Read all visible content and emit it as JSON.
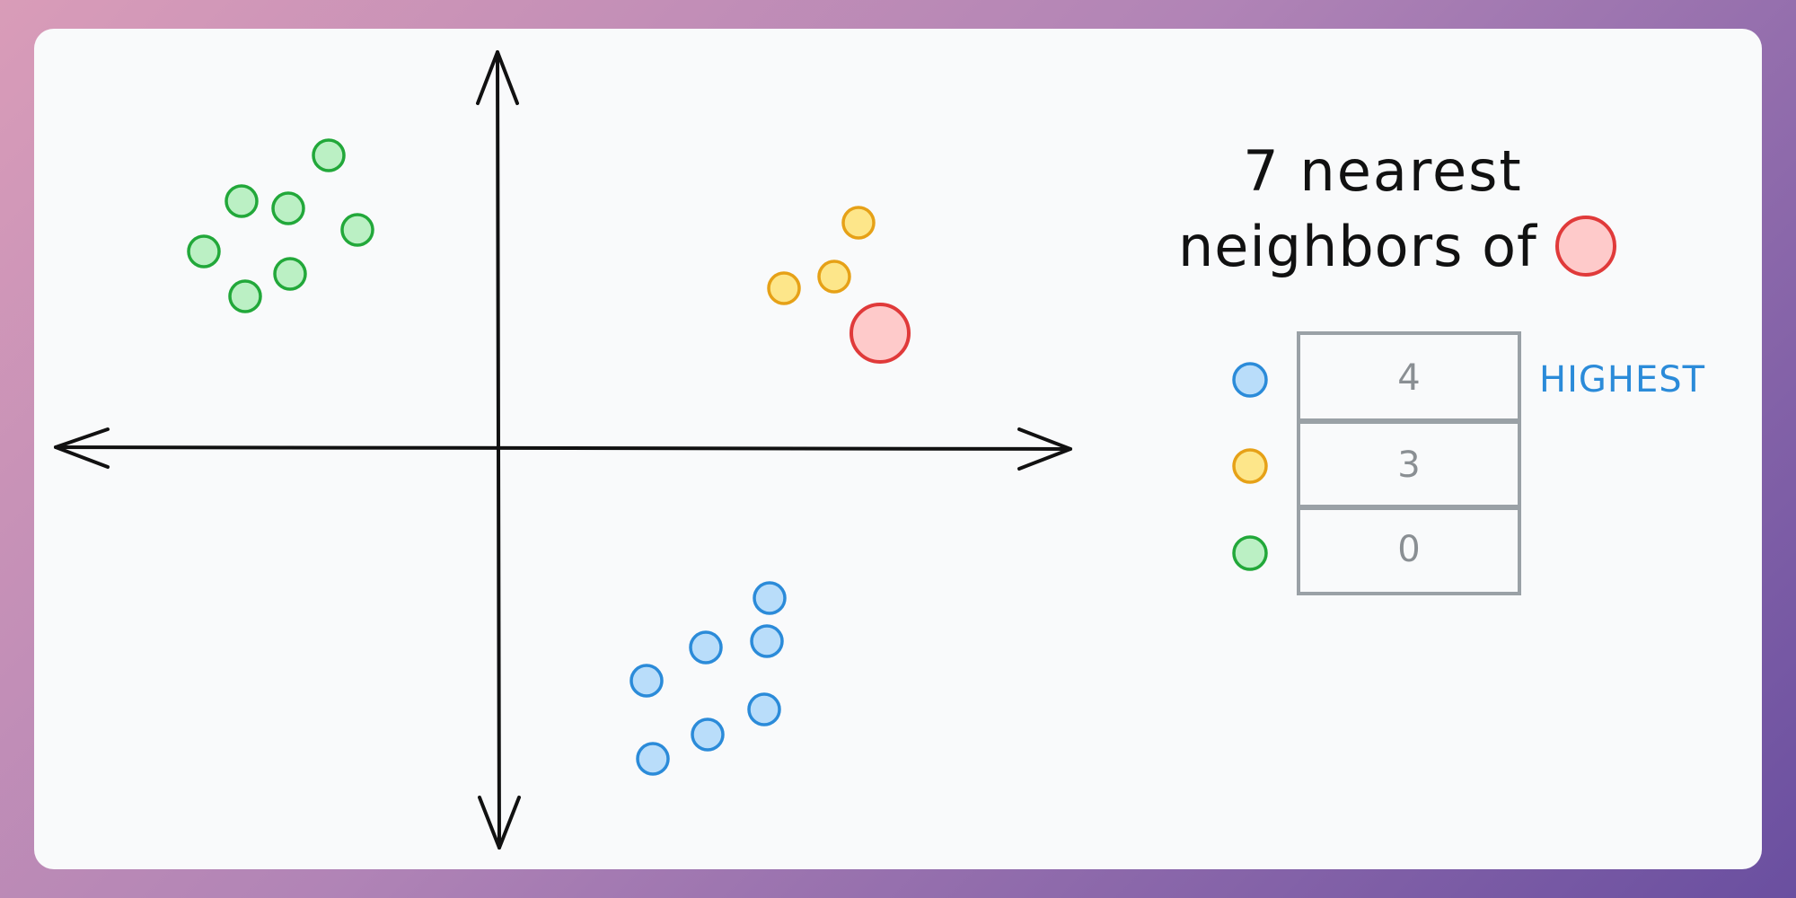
{
  "diagram": {
    "title_line1": "7 nearest",
    "title_line2": "neighbors of",
    "query_point": {
      "color": "#ef4444",
      "fill": "#fecaca"
    },
    "colors": {
      "green": {
        "stroke": "#22a83a",
        "fill": "#bbf0c4"
      },
      "yellow": {
        "stroke": "#e6a117",
        "fill": "#fde68a"
      },
      "blue": {
        "stroke": "#2b8bd9",
        "fill": "#b9ddfa"
      },
      "axis": "#111111",
      "table_border": "#9aa1a6",
      "table_text": "#8a8f93",
      "highest": "#2b8bd9"
    },
    "counts": [
      {
        "class": "blue",
        "value": "4"
      },
      {
        "class": "yellow",
        "value": "3"
      },
      {
        "class": "green",
        "value": "0"
      }
    ],
    "highest_label": "HIGHEST"
  }
}
